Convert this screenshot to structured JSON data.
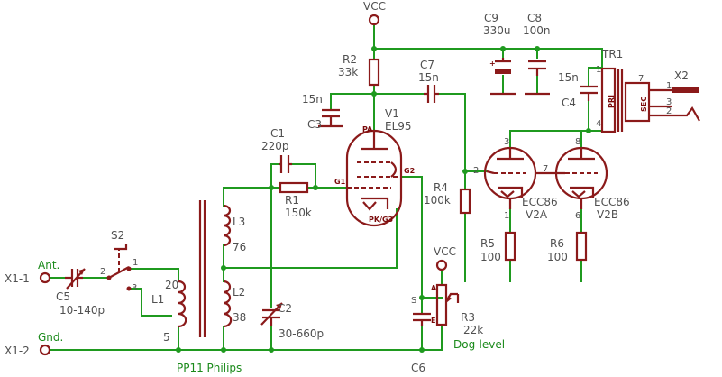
{
  "diagram": {
    "labels": {
      "vcc_top": "VCC",
      "vcc_right": "VCC",
      "r2_name": "R2",
      "r2_value": "33k",
      "c9_name": "C9",
      "c9_value": "330u",
      "c8_name": "C8",
      "c8_value": "100n",
      "c7_name": "C7",
      "c7_value": "15n",
      "c3_value": "15n",
      "c3_name": "C3",
      "v1_name": "V1",
      "v1_type": "EL95",
      "c4_value": "15n",
      "c4_name": "C4",
      "tr1_name": "TR1",
      "x2_name": "X2",
      "c1_name": "C1",
      "c1_value": "220p",
      "r1_name": "R1",
      "r1_value": "150k",
      "r4_name": "R4",
      "r4_value": "100k",
      "v2a_type": "ECC86",
      "v2a_name": "V2A",
      "v2b_type": "ECC86",
      "v2b_name": "V2B",
      "s2_name": "S2",
      "l3_name": "L3",
      "l3_value": "76",
      "l2_name": "L2",
      "l2_value": "38",
      "l1_name": "L1",
      "r5_name": "R5",
      "r5_value": "100",
      "r6_name": "R6",
      "r6_value": "100",
      "c2_name": "C2",
      "c2_value": "30-660p",
      "c5_name": "C5",
      "c5_value": "10-140p",
      "r3_name": "R3",
      "r3_value": "22k",
      "c6_name": "C6",
      "x1_1": "X1-1",
      "x1_2": "X1-2",
      "pp11": "PP11 Philips"
    },
    "nets": {
      "ant": "Ant.",
      "gnd": "Gnd.",
      "dog_level": "Dog-level"
    },
    "pins": {
      "pa": "PA",
      "g1": "G1",
      "g2": "G2",
      "pk_g3": "PK/G3",
      "pri": "PRI",
      "sec": "SEC",
      "tr_1": "1",
      "tr_4": "4",
      "tr_7": "7",
      "x2_1": "1",
      "x2_3": "3",
      "x2_2": "2",
      "v2a_3": "3",
      "v2a_2": "2",
      "v2a_7": "7",
      "v2a_1": "1",
      "v2b_8": "8",
      "v2b_6": "6",
      "s2_2": "2",
      "s2_1": "1",
      "s2_3": "3",
      "l1_20": "20",
      "l1_5": "5",
      "r3_s": "S",
      "r3_a": "A",
      "r3_e": "E",
      "c9_plus": "+"
    },
    "colors": {
      "wire": "#1f9a1f",
      "component": "#8b1a1a",
      "text": "#505050"
    }
  }
}
